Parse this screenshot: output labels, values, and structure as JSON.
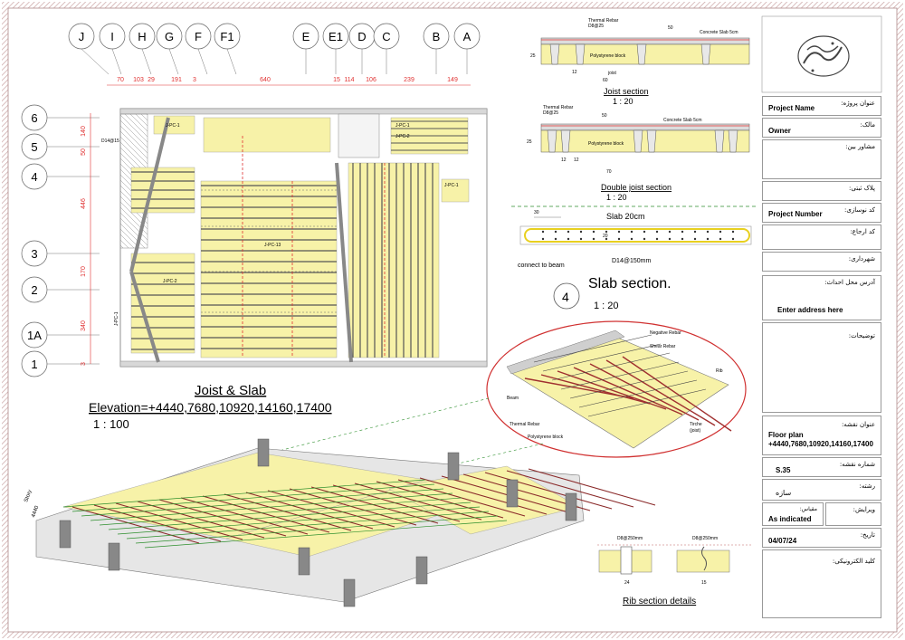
{
  "grid_x": [
    "J",
    "I",
    "H",
    "G",
    "F",
    "F1",
    "E",
    "E1",
    "D",
    "C",
    "B",
    "A"
  ],
  "grid_x_dims": [
    "70",
    "103",
    "29",
    "191",
    "3",
    "640",
    "15",
    "114",
    "106",
    "239",
    "149"
  ],
  "grid_y": [
    "6",
    "5",
    "4",
    "3",
    "2",
    "1A",
    "1"
  ],
  "grid_y_dims": [
    "140",
    "50",
    "446",
    "170",
    "340",
    "3"
  ],
  "plan": {
    "title": "Joist & Slab",
    "elevation": "Elevation=+4440,7680,10920,14160,17400",
    "scale": "1 : 100",
    "labels": [
      "J-PC-1",
      "J-PC-2",
      "J-PC-13",
      "J-PC-1",
      "J-PC-2",
      "J-PC-1",
      "J-PC-1",
      "D14@15"
    ]
  },
  "joist_section": {
    "title": "Joist section",
    "scale": "1 : 20",
    "thermal": "Thermal Rebar",
    "thermal2": "D8@25",
    "concrete": "Concrete Slab 5cm",
    "block": "Polystyrene block",
    "joist": "joist",
    "d50": "50",
    "d25": "25",
    "d12": "12",
    "d60": "60"
  },
  "double_section": {
    "title": "Double joist section",
    "scale": "1 : 20",
    "thermal": "Thermal Rebar",
    "thermal2": "D8@25",
    "concrete": "Concrete Slab 5cm",
    "block": "Polystyrene block",
    "d50": "50",
    "d25": "25",
    "d12a": "12",
    "d12b": "12",
    "d70": "70"
  },
  "slab_section": {
    "title": "Slab 20cm",
    "connect": "connect to beam",
    "rebar": "D14@150mm",
    "d30": "30",
    "d20": "20",
    "number": "4",
    "big_title": "Slab section.",
    "scale": "1 : 20"
  },
  "detail": {
    "neg": "Negative Rebar",
    "shear": "Shear Rebar",
    "rib": "Rib",
    "beam": "Beam",
    "thermal": "Thermal Rebar",
    "block": "Polystyrene block",
    "tirche": "Tirche",
    "joist": "(joist)"
  },
  "iso": {
    "story": "Story",
    "elev": "4440"
  },
  "rib_details": {
    "title": "Rib section details",
    "r1": "D8@250mm",
    "r2": "D8@250mm",
    "d24": "24",
    "d15": "15"
  },
  "title_block": {
    "project_name_fa": "عنوان پروژه:",
    "project_name": "Project Name",
    "owner_fa": "مالک:",
    "owner": "Owner",
    "consultant_fa": "مشاور بین:",
    "plak_fa": "پلاک ثبتی:",
    "project_number_fa": "کد نوسازی:",
    "project_number": "Project Number",
    "code_fa": "کد ارجاع:",
    "city_fa": "شهرداری:",
    "address_fa": "آدرس محل احداث:",
    "address": "Enter address here",
    "notes_fa": "توضیحات:",
    "sheet_title_fa": "عنوان نقشه:",
    "sheet_title": "Floor plan",
    "sheet_title2": "+4440,7680,10920,14160,17400",
    "sheet_no_fa": "شماره نقشه:",
    "sheet_no": "S.35",
    "discipline_fa": "رشته:",
    "discipline": "سازه",
    "revision_fa": "ویرایش:",
    "scale_fa": "مقیاس:",
    "scale": "As indicated",
    "date_fa": "تاریخ:",
    "date": "04/07/24",
    "code_e_fa": "کلید الکترونیکی:"
  },
  "colors": {
    "block": "#f7f2a8",
    "frame": "#c8a0a0",
    "red": "#e03030",
    "green": "#2d8f2d"
  }
}
